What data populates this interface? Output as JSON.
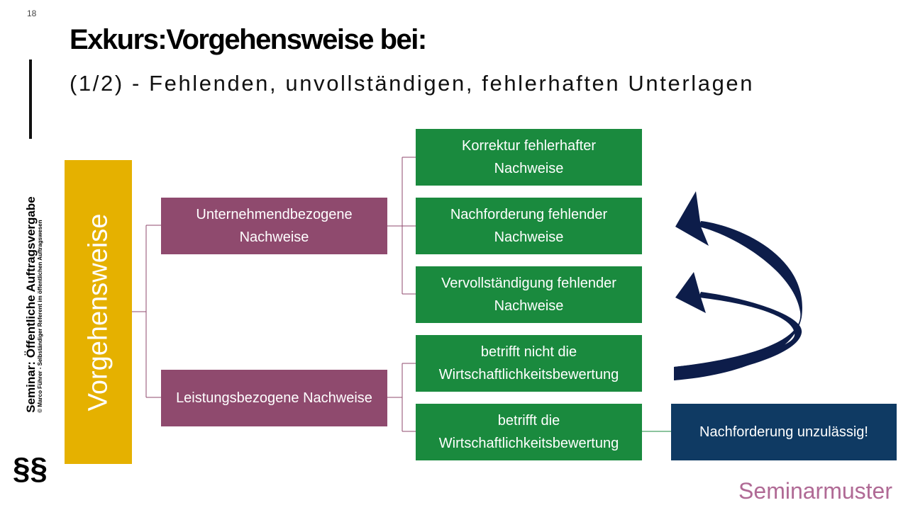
{
  "page_number": "18",
  "title": "Exkurs:Vorgehensweise bei:",
  "subtitle": "(1/2) - Fehlenden, unvollständigen, fehlerhaften Unterlagen",
  "sidebar": {
    "title": "Seminar: Öffentliche Auftragsvergabe",
    "author": "© Marco Führer - Selbständiger Referent im öffentlichen Auftragswesen",
    "icon_symbol": "§§"
  },
  "diagram": {
    "root": "Vorgehensweise",
    "branches": [
      {
        "label_lines": [
          "Unternehmendbezogene",
          "Nachweise"
        ],
        "children": [
          {
            "lines": [
              "Korrektur fehlerhafter",
              "Nachweise"
            ]
          },
          {
            "lines": [
              "Nachforderung fehlender",
              "Nachweise"
            ]
          },
          {
            "lines": [
              "Vervollständigung fehlender",
              "Nachweise"
            ]
          }
        ]
      },
      {
        "label_lines": [
          "Leistungsbezogene Nachweise"
        ],
        "children": [
          {
            "lines": [
              "betrifft nicht die",
              "Wirtschaftlichkeitsbewertung"
            ]
          },
          {
            "lines": [
              "betrifft die",
              "Wirtschaftlichkeitsbewertung"
            ]
          }
        ]
      }
    ],
    "result": "Nachforderung unzulässig!"
  },
  "brand": "Seminarmuster",
  "colors": {
    "root": "#e5b100",
    "branch": "#8f4a6e",
    "leaf": "#1a8a3e",
    "result": "#0f3a63",
    "arrow": "#0d1d4a",
    "connector": "#8f4a6e",
    "brand": "#b06a95"
  },
  "icons": {
    "paragraph": "paragraph-symbol-icon",
    "arrows": "curved-arrow-icon"
  }
}
